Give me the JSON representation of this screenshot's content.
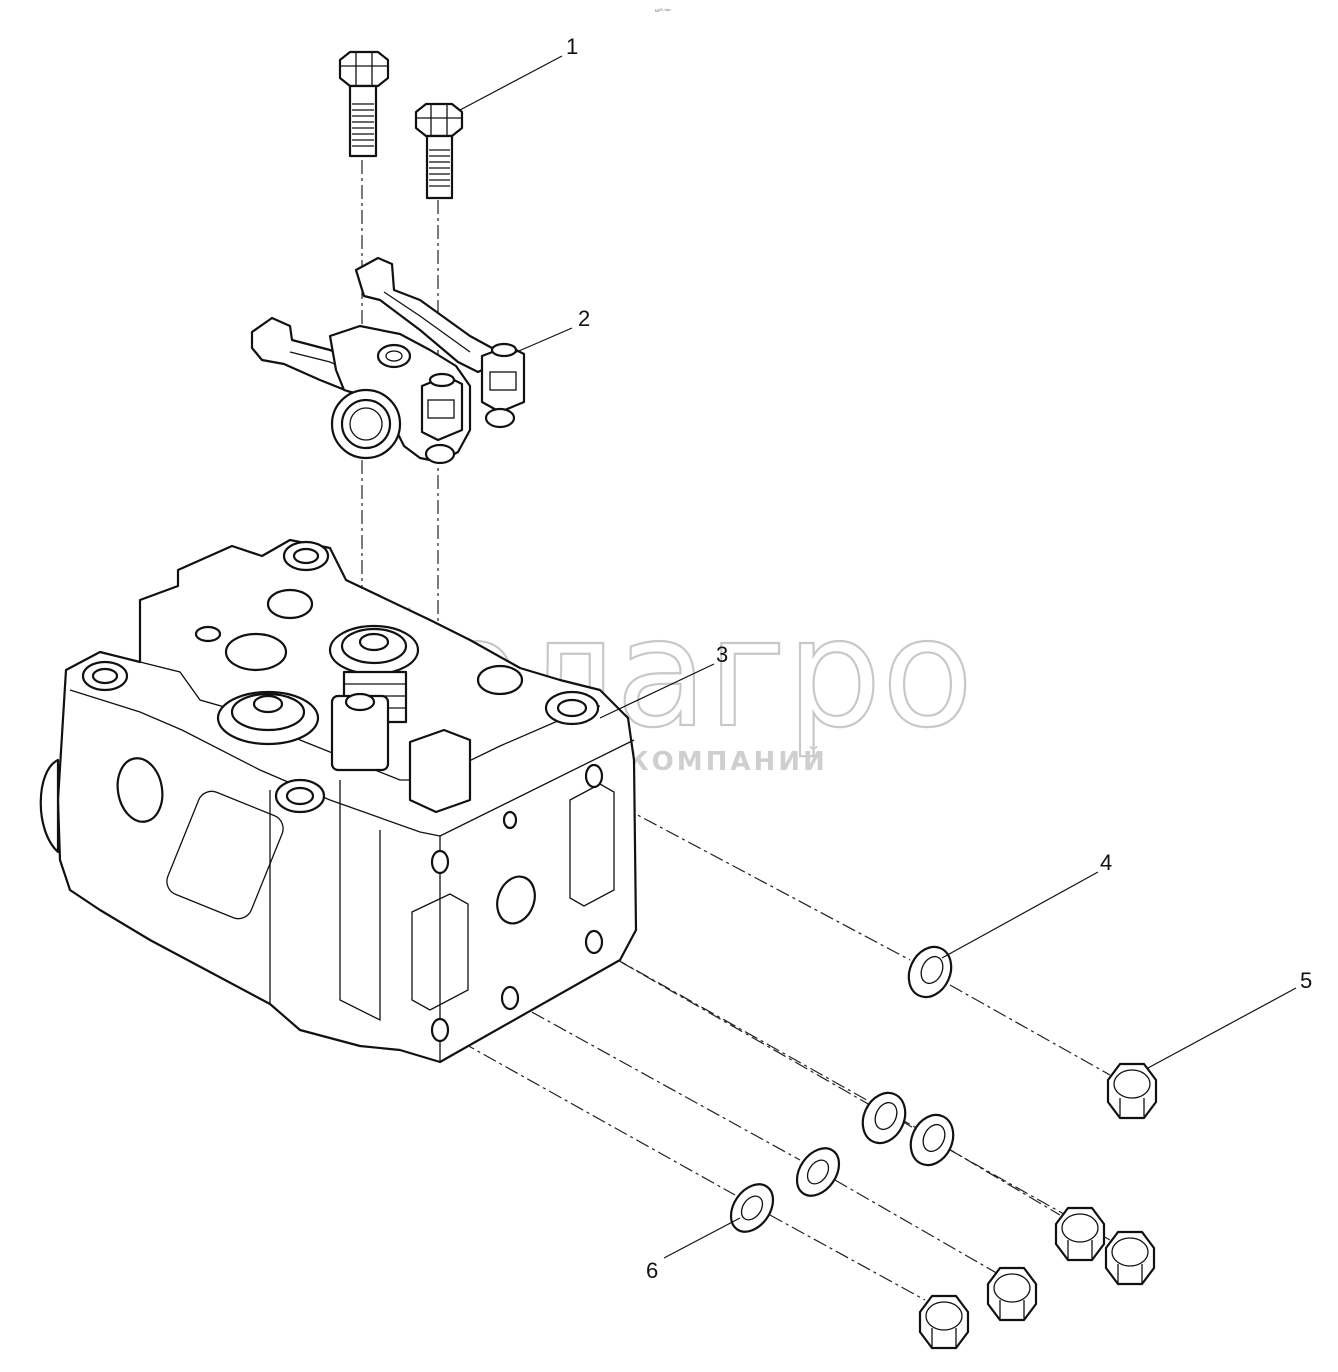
{
  "header": {
    "tiny_mark": "ш²ᴼ ᵇᵃᴵᵒ"
  },
  "watermark": {
    "brand": "белагро",
    "subtitle": "ГРУППА КОМПАНИЙ"
  },
  "callouts": [
    {
      "number": "1"
    },
    {
      "number": "2"
    },
    {
      "number": "3"
    },
    {
      "number": "4"
    },
    {
      "number": "5"
    },
    {
      "number": "6"
    }
  ],
  "colors": {
    "line": "#111111",
    "watermark": "#c8c8c8",
    "background": "#ffffff"
  }
}
